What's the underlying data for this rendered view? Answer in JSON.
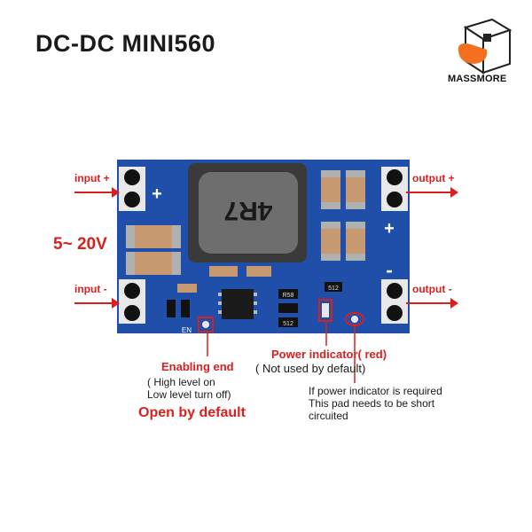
{
  "header": {
    "title": "DC-DC MINI560"
  },
  "brand": {
    "name": "MASSMORE"
  },
  "pins": {
    "input_plus": "input +",
    "input_minus": "input -",
    "output_plus": "output +",
    "output_minus": "output -",
    "voltage_range": "5~ 20V"
  },
  "board": {
    "inductor_marking": "4R7",
    "resistor_labels": [
      "R58",
      "512",
      "512"
    ],
    "en_label": "EN",
    "plus_sign": "+",
    "minus_sign": "-"
  },
  "annotations": {
    "enable_title": "Enabling end",
    "enable_line1": "( High level on",
    "enable_line2": "Low level turn off)",
    "enable_default": "Open by default",
    "power_indicator": "Power indicator( red)",
    "power_indicator_note": "( Not used by default)",
    "short_line1": "If power indicator is required",
    "short_line2": "This pad needs to be short",
    "short_line3": "circuited"
  },
  "colors": {
    "accent_red": "#d8211f",
    "pcb_blue": "#1f4fa8"
  }
}
